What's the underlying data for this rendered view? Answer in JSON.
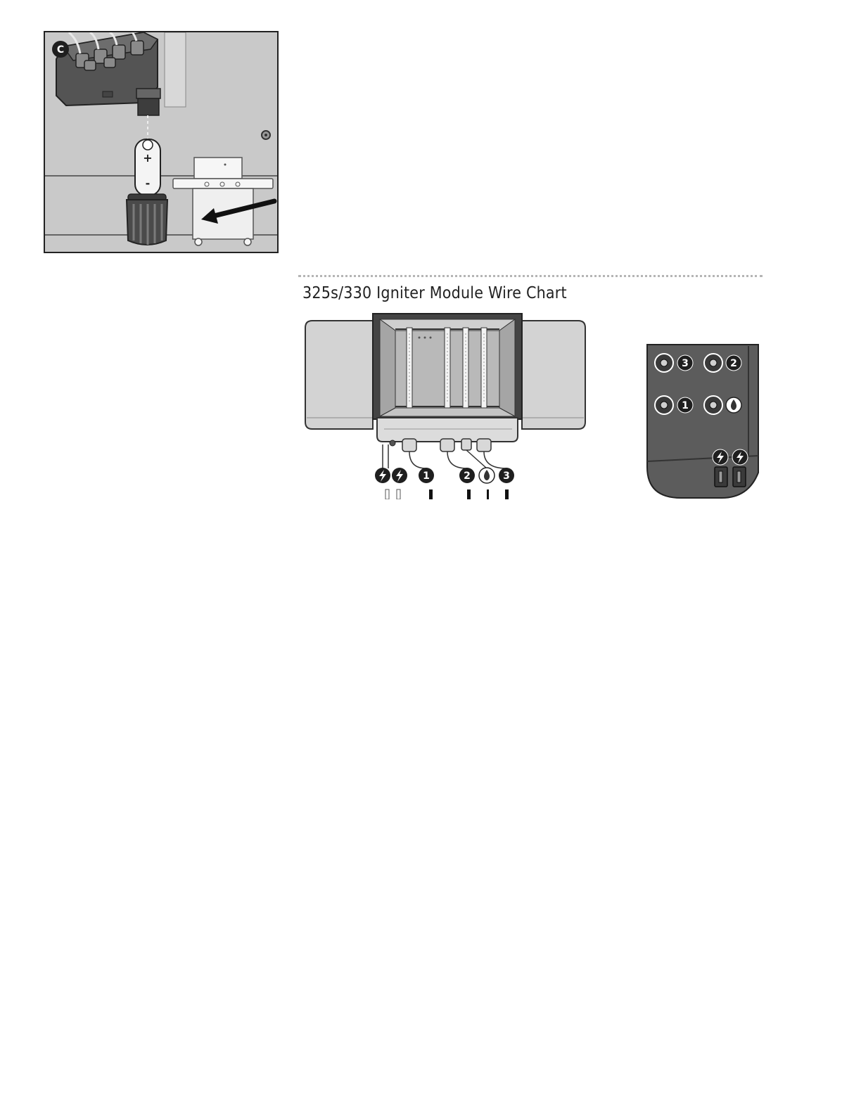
{
  "figure_c": {
    "step_badge": "C",
    "battery_plus": "+",
    "battery_minus": "-",
    "colors": {
      "background": "#c9c9c9",
      "module": "#545454",
      "battery": "#f4f4f4"
    }
  },
  "wire_chart": {
    "title": "325s/330 Igniter Module Wire Chart",
    "grill_labels": [
      "1",
      "2",
      "3"
    ],
    "module_labels": [
      "3",
      "2",
      "1"
    ],
    "icons": {
      "ignition": "lightning-bolt-icon",
      "flame": "flame-icon"
    },
    "colors": {
      "grill_body": "#d3d3d3",
      "module_body": "#5c5c5c",
      "badge": "#1f1f1f"
    }
  }
}
